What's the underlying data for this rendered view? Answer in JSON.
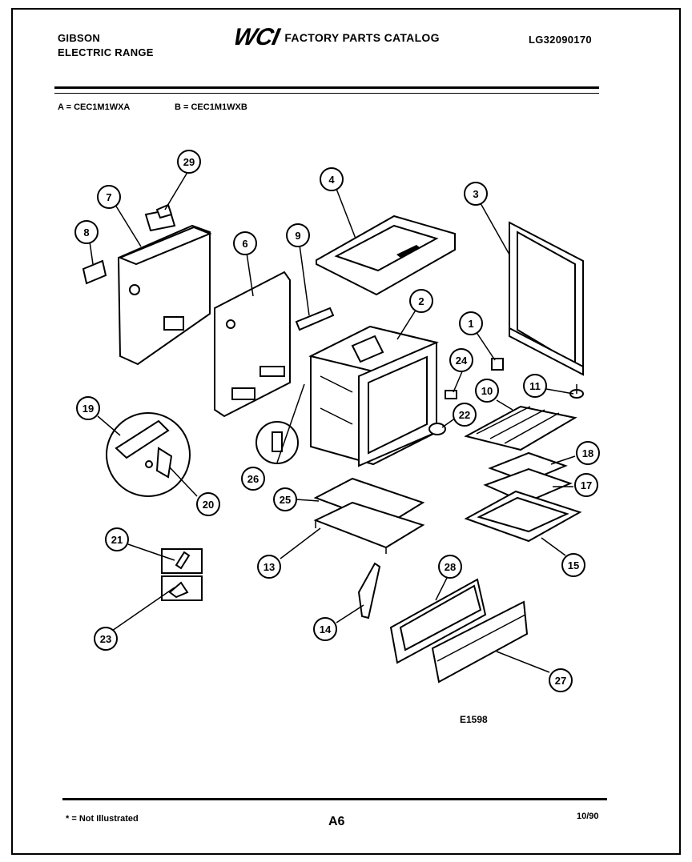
{
  "header": {
    "brand_line_1": "GIBSON",
    "brand_line_2": "ELECTRIC RANGE",
    "logo_text": "WCI",
    "catalog_title": "FACTORY PARTS CATALOG",
    "catalog_code": "LG32090170"
  },
  "models": {
    "a": "A = CEC1M1WXA",
    "b": "B = CEC1M1WXB"
  },
  "callouts": [
    "29",
    "7",
    "8",
    "6",
    "9",
    "4",
    "3",
    "2",
    "1",
    "24",
    "11",
    "10",
    "19",
    "22",
    "18",
    "26",
    "17",
    "25",
    "20",
    "21",
    "13",
    "15",
    "28",
    "14",
    "23",
    "27"
  ],
  "figure_code": "E1598",
  "footer": {
    "footnote": "* = Not Illustrated",
    "page_number": "A6",
    "date": "10/90"
  },
  "colors": {
    "ink": "#000000",
    "paper": "#ffffff"
  }
}
